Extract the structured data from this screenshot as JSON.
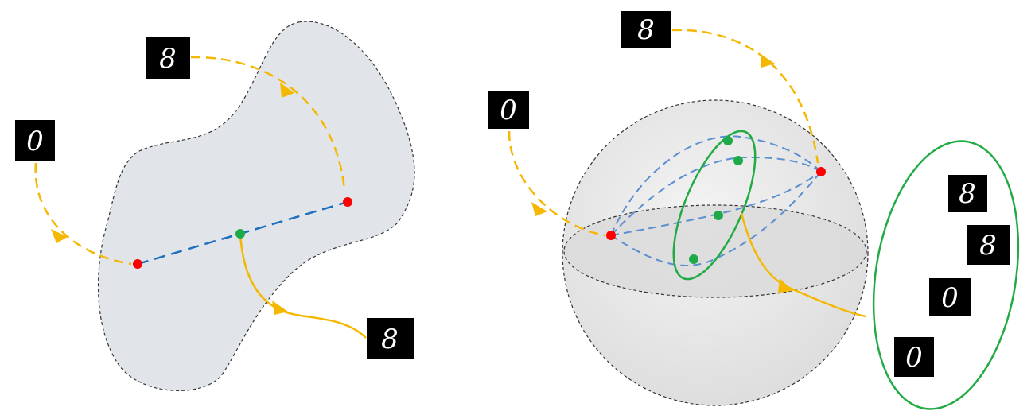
{
  "colors": {
    "manifold_fill": "#e1e5ea",
    "sphere_fill": "#e8e8e8",
    "ellipse_fill": "#dadada",
    "outline": "#333333",
    "red_point": "#ff0000",
    "green_point": "#1faa4a",
    "blue_path": "#1f6fbf",
    "blue_path_light": "#5b8fd0",
    "arrow_orange": "#f5b800",
    "group_green": "#22aa44",
    "thumb_bg": "#000000"
  },
  "left_panel": {
    "thumbnails": [
      {
        "id": "input-eight",
        "digit": "8"
      },
      {
        "id": "input-zero",
        "digit": "0"
      },
      {
        "id": "output-interp",
        "digit": "8"
      }
    ]
  },
  "right_panel": {
    "thumbnails": [
      {
        "id": "input-eight",
        "digit": "8"
      },
      {
        "id": "input-zero",
        "digit": "0"
      }
    ],
    "group_thumbnails": [
      {
        "id": "group-1",
        "digit": "8"
      },
      {
        "id": "group-2",
        "digit": "8"
      },
      {
        "id": "group-3",
        "digit": "0"
      },
      {
        "id": "group-4",
        "digit": "0"
      }
    ]
  }
}
